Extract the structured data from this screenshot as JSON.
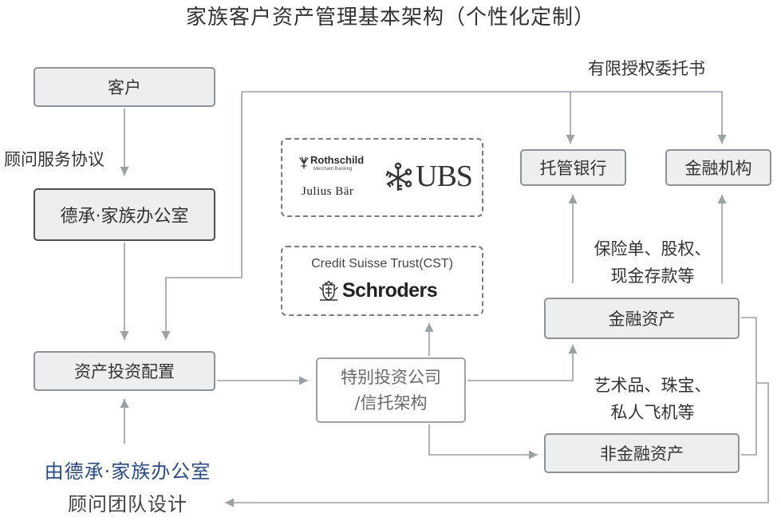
{
  "title": "家族客户资产管理基本架构（个性化定制）",
  "nodes": {
    "client": "客户",
    "family_office": "德承·家族办公室",
    "asset_allocation": "资产投资配置",
    "spv": {
      "line1": "特别投资公司",
      "line2": "/信托架构"
    },
    "custodian_bank": "托管银行",
    "financial_institution": "金融机构",
    "financial_assets": "金融资产",
    "non_financial_assets": "非金融资产"
  },
  "labels": {
    "advisory_agreement": "顾问服务协议",
    "limited_poa": "有限授权委托书",
    "financial_examples": {
      "line1": "保险单、股权、",
      "line2": "现金存款等"
    },
    "non_financial_examples": {
      "line1": "艺术品、珠宝、",
      "line2": "私人飞机等"
    },
    "designed_by": {
      "line1": "由德承·家族办公室",
      "line2": "顾问团队设计"
    }
  },
  "partners": {
    "group1": {
      "rothschild": "Rothschild",
      "rothschild_sub": "Merchant Banking",
      "julius_baer": "Julius Bär",
      "ubs": "UBS"
    },
    "group2": {
      "cst": "Credit Suisse Trust(CST)",
      "schroders": "Schroders"
    }
  },
  "icons": [
    "rothschild-arrows-icon",
    "ubs-keys-icon",
    "schroders-crest-icon"
  ],
  "colors": {
    "box_fill": "#edeef0",
    "box_border": "#8e9397",
    "box_border_strong": "#4d4f51",
    "line": "#9ca1a5",
    "accent_blue": "#2b4b86",
    "text": "#333333"
  }
}
